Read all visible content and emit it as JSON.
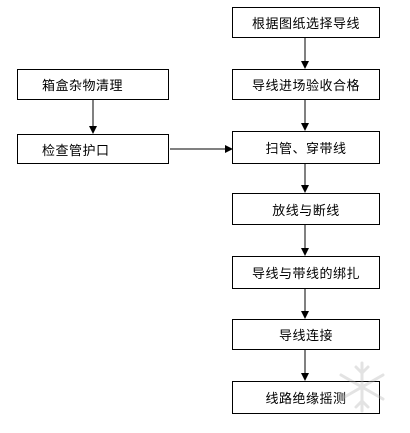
{
  "flow": {
    "main": {
      "step1": "根据图纸选择导线",
      "step2": "导线进场验收合格",
      "step3": "扫管、穿带线",
      "step4": "放线与断线",
      "step5": "导线与带线的绑扎",
      "step6": "导线连接",
      "step7": "线路绝缘摇测"
    },
    "side": {
      "step1": "箱盒杂物清理",
      "step2": "检查管护口"
    }
  },
  "colors": {
    "stroke": "#000000",
    "background": "#ffffff",
    "watermark": "#b0b0b0"
  },
  "watermark_icon": "snowflake-logo-icon"
}
